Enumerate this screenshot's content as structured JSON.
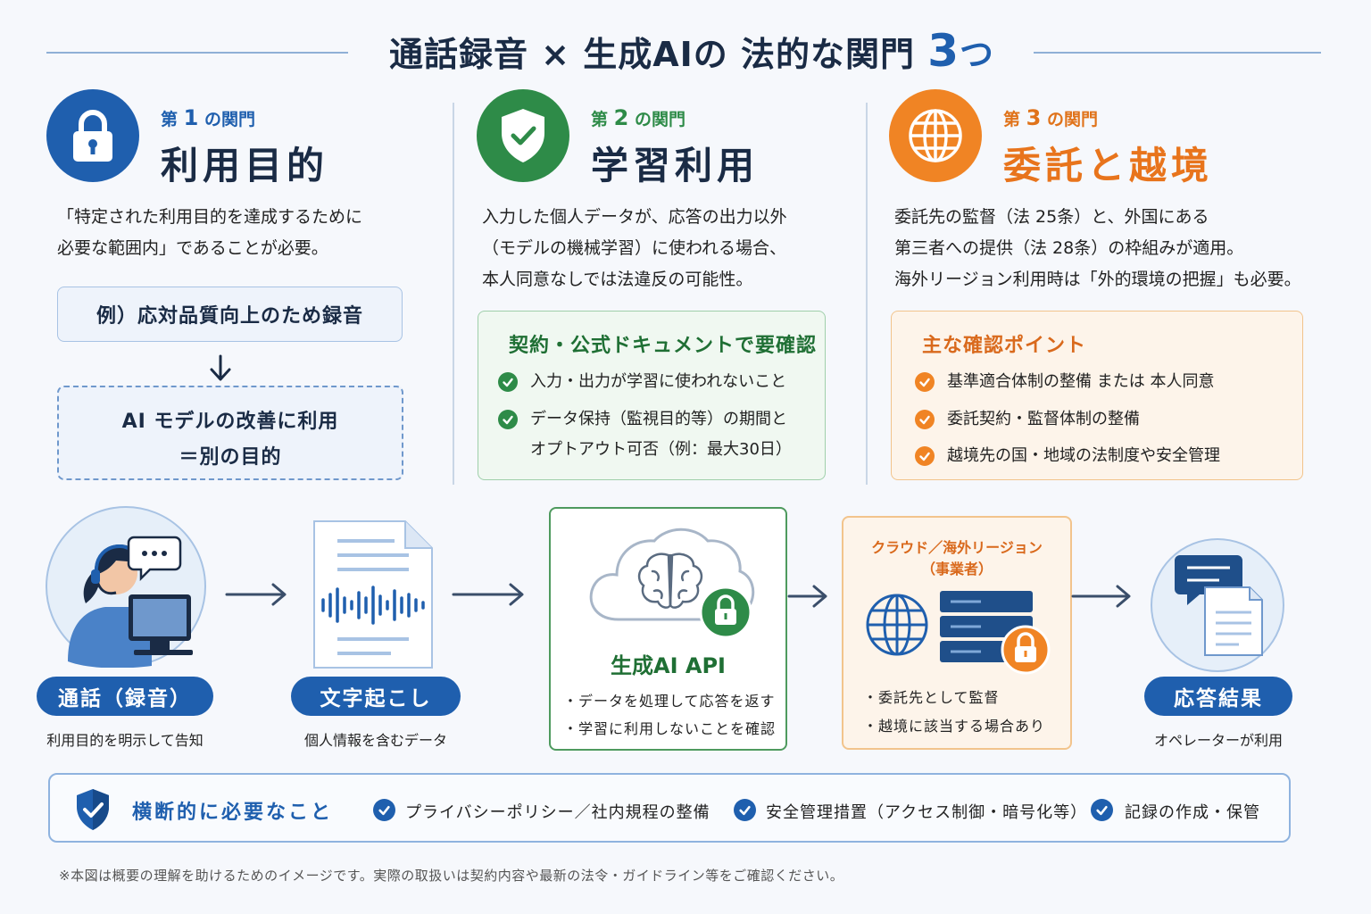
{
  "title": {
    "prefix": "通話録音 × 生成AIの 法的な関門 ",
    "number": "3",
    "suffix": "つ"
  },
  "colors": {
    "blue": "#1f5fae",
    "green": "#2e8b48",
    "orange": "#f08424"
  },
  "gates": [
    {
      "icon": "lock-icon",
      "sub_prefix": "第 ",
      "sub_num": "1",
      "sub_suffix": " の関門",
      "main": "利用目的",
      "desc": [
        "「特定された利用目的を達成するために",
        "必要な範囲内」であることが必要。"
      ],
      "example": "例）応対品質向上のため録音",
      "ai_use_line1": "AI モデルの改善に利用",
      "ai_use_line2": "＝別の目的"
    },
    {
      "icon": "shield-check-icon",
      "sub_prefix": "第 ",
      "sub_num": "2",
      "sub_suffix": " の関門",
      "main": "学習利用",
      "desc": [
        "入力した個人データが、応答の出力以外",
        "（モデルの機械学習）に使われる場合、",
        "本人同意なしでは法違反の可能性。"
      ],
      "box_title": "契約・公式ドキュメントで要確認",
      "box_items": [
        "入力・出力が学習に使われないこと",
        "データ保持（監視目的等）の期間と",
        "オプトアウト可否（例：最大30日）"
      ]
    },
    {
      "icon": "globe-icon",
      "sub_prefix": "第 ",
      "sub_num": "3",
      "sub_suffix": " の関門",
      "main": "委託と越境",
      "desc": [
        "委託先の監督（法 25条）と、外国にある",
        "第三者への提供（法 28条）の枠組みが適用。",
        "海外リージョン利用時は「外的環境の把握」も必要。"
      ],
      "box_title": "主な確認ポイント",
      "box_items": [
        "基準適合体制の整備 または 本人同意",
        "委託契約・監督体制の整備",
        "越境先の国・地域の法制度や安全管理"
      ]
    }
  ],
  "flow": {
    "call": {
      "label": "通話（録音）",
      "caption": "利用目的を明示して告知"
    },
    "transcript": {
      "label": "文字起こし",
      "caption": "個人情報を含むデータ"
    },
    "api": {
      "title": "生成AI API",
      "items": [
        "・データを処理して応答を返す",
        "・学習に利用しないことを確認"
      ]
    },
    "cloud": {
      "title_line1": "クラウド／海外リージョン",
      "title_line2": "（事業者）",
      "items": [
        "・委託先として監督",
        "・越境に該当する場合あり"
      ]
    },
    "result": {
      "label": "応答結果",
      "caption": "オペレーターが利用"
    }
  },
  "bottom": {
    "title": "横断的に必要なこと",
    "items": [
      "プライバシーポリシー／社内規程の整備",
      "安全管理措置（アクセス制御・暗号化等）",
      "記録の作成・保管"
    ]
  },
  "note": "※本図は概要の理解を助けるためのイメージです。実際の取扱いは契約内容や最新の法令・ガイドライン等をご確認ください。"
}
